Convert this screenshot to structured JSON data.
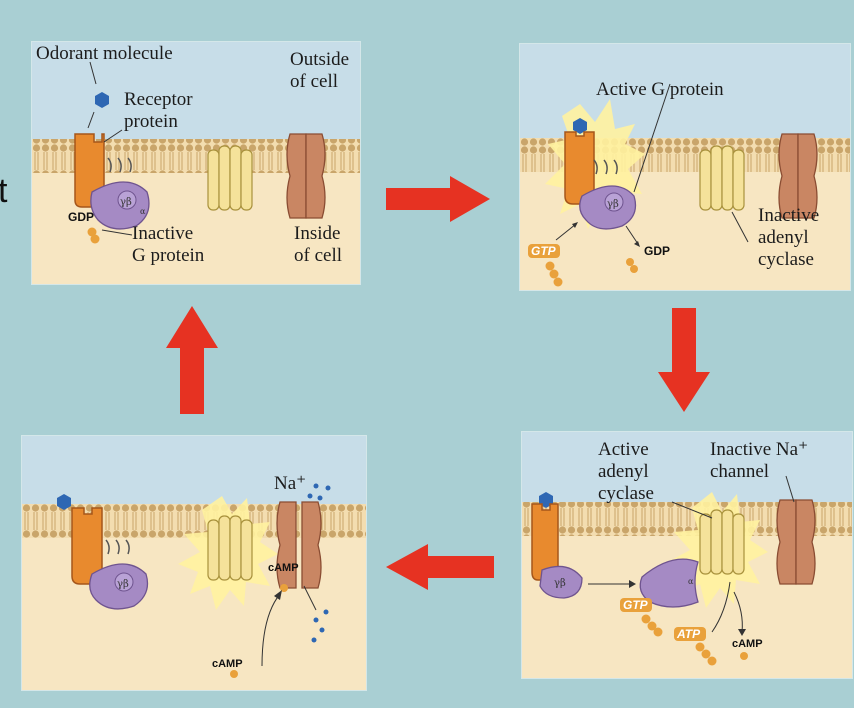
{
  "edge_glyph": "t",
  "panel1": {
    "odorant": "Odorant molecule",
    "receptor1": "Receptor",
    "receptor2": "protein",
    "outside1": "Outside",
    "outside2": "of cell",
    "inside1": "Inside",
    "inside2": "of cell",
    "inactive_g1": "Inactive",
    "inactive_g2": "G protein",
    "gdp": "GDP"
  },
  "panel2": {
    "active_g": "Active G protein",
    "inactive_ac1": "Inactive",
    "inactive_ac2": "adenyl",
    "inactive_ac3": "cyclase",
    "gtp": "GTP",
    "gdp": "GDP"
  },
  "panel3": {
    "active_ac1": "Active",
    "active_ac2": "adenyl",
    "active_ac3": "cyclase",
    "inactive_na1": "Inactive Na⁺",
    "inactive_na2": "channel",
    "gtp": "GTP",
    "atp": "ATP",
    "camp": "cAMP"
  },
  "panel4": {
    "na": "Na⁺",
    "camp1": "cAMP",
    "camp2": "cAMP"
  },
  "colors": {
    "background": "#a9cfd3",
    "cytoplasm": "#f7e6c2",
    "extracellular": "#c7dde8",
    "membrane": "#c9a56a",
    "receptor": "#e88a2e",
    "g_protein": "#a58ac4",
    "adenylyl_cyclase": "#f5e29a",
    "na_channel": "#c98663",
    "odorant": "#2e67b3",
    "arrow": "#e63222"
  }
}
